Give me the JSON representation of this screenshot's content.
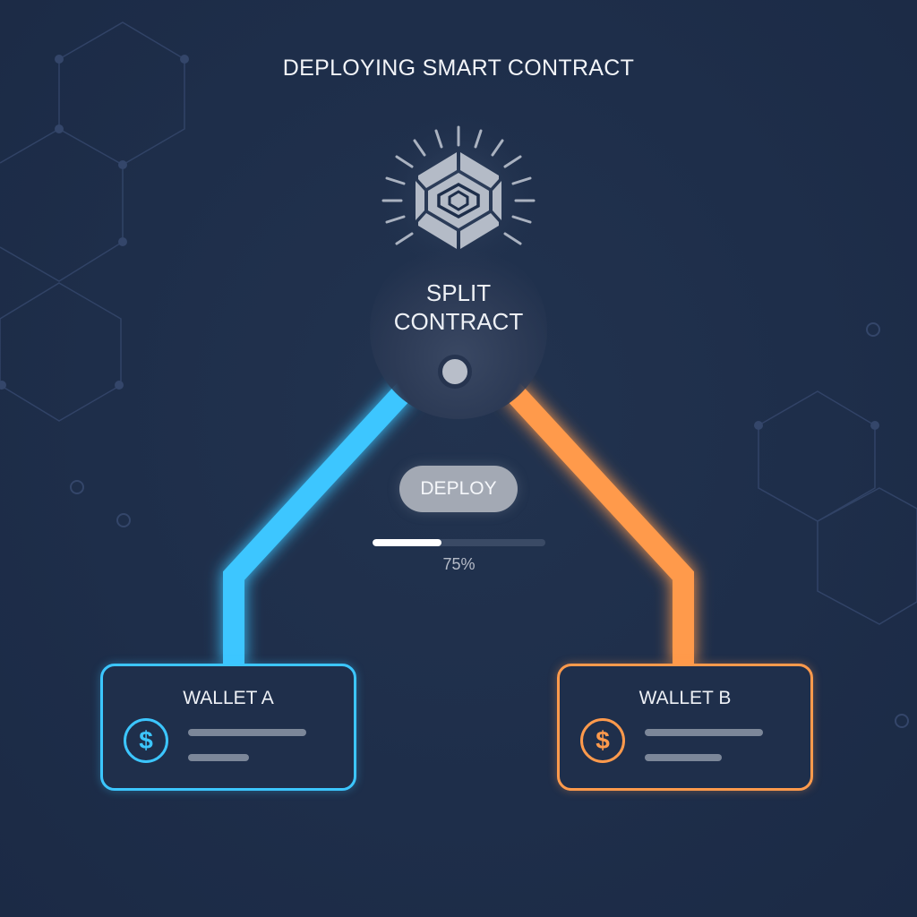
{
  "header": {
    "title": "DEPLOYING SMART CONTRACT"
  },
  "contract": {
    "icon": "hexagon-contract-icon",
    "label_line1": "SPLIT",
    "label_line2": "CONTRACT"
  },
  "deploy": {
    "button_label": "DEPLOY",
    "progress_percent": 75,
    "progress_label": "75%"
  },
  "wallets": [
    {
      "title": "WALLET A",
      "icon": "dollar-coin-icon",
      "icon_glyph": "$",
      "color": "#3cc6ff"
    },
    {
      "title": "WALLET B",
      "icon": "dollar-coin-icon",
      "icon_glyph": "$",
      "color": "#ff9a4c"
    }
  ],
  "colors": {
    "background": "#1e2e4a",
    "accent_blue": "#3cc6ff",
    "accent_orange": "#ff9a4c",
    "text": "#eef1f6",
    "button": "#a3a9b4"
  }
}
